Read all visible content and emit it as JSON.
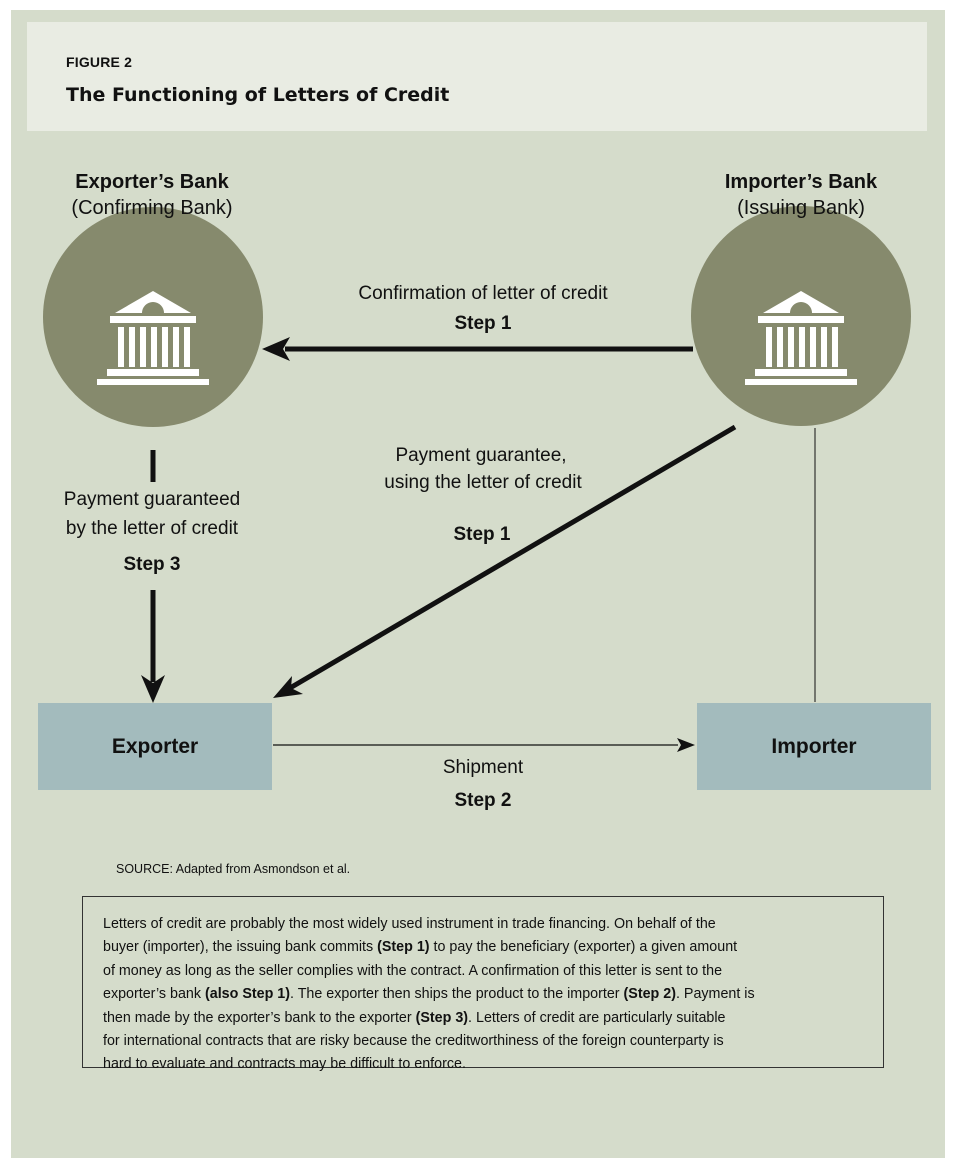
{
  "figure": {
    "label": "FIGURE 2",
    "title": "The Functioning of Letters of Credit"
  },
  "nodes": {
    "exporters_bank": {
      "name": "Exporter’s Bank",
      "role": "(Confirming Bank)",
      "icon": "bank-building-icon"
    },
    "importers_bank": {
      "name": "Importer’s Bank",
      "role": "(Issuing Bank)",
      "icon": "bank-building-icon"
    },
    "exporter": {
      "label": "Exporter"
    },
    "importer": {
      "label": "Importer"
    }
  },
  "edges": {
    "confirmation": {
      "label": "Confirmation of letter of credit",
      "step": "Step 1"
    },
    "guarantee": {
      "label_line1": "Payment guarantee,",
      "label_line2": "using the letter of credit",
      "step": "Step 1"
    },
    "payment": {
      "label_line1": "Payment guaranteed",
      "label_line2": "by the letter of credit",
      "step": "Step 3"
    },
    "shipment": {
      "label": "Shipment",
      "step": "Step 2"
    }
  },
  "source": "SOURCE:  Adapted from Asmondson et al.",
  "note": {
    "lines": [
      [
        {
          "t": "Letters of credit are probably the most widely used instrument in trade financing.  On behalf of the"
        }
      ],
      [
        {
          "t": "buyer (importer), the issuing bank commits "
        },
        {
          "t": "(Step 1)",
          "b": true
        },
        {
          "t": " to pay the beneficiary (exporter) a given amount"
        }
      ],
      [
        {
          "t": "of money as long as the seller complies with the contract.  A confirmation of this letter is sent to the"
        }
      ],
      [
        {
          "t": "exporter’s bank "
        },
        {
          "t": "(also Step 1)",
          "b": true
        },
        {
          "t": ".  The exporter then ships the product to the importer "
        },
        {
          "t": "(Step 2)",
          "b": true
        },
        {
          "t": ".  Payment is"
        }
      ],
      [
        {
          "t": "then made by the exporter’s bank to the exporter "
        },
        {
          "t": "(Step 3)",
          "b": true
        },
        {
          "t": ".  Letters of credit are particularly suitable"
        }
      ],
      [
        {
          "t": "for international contracts that are risky because the creditworthiness of the foreign counterparty is"
        }
      ],
      [
        {
          "t": "hard to evaluate and contracts may be difficult to enforce."
        }
      ]
    ]
  },
  "colors": {
    "panel": "#d5dccb",
    "header_band": "#e9ece3",
    "bank_circle": "#868a6d",
    "party_box": "#a3bbbd",
    "arrow": "#111111"
  }
}
